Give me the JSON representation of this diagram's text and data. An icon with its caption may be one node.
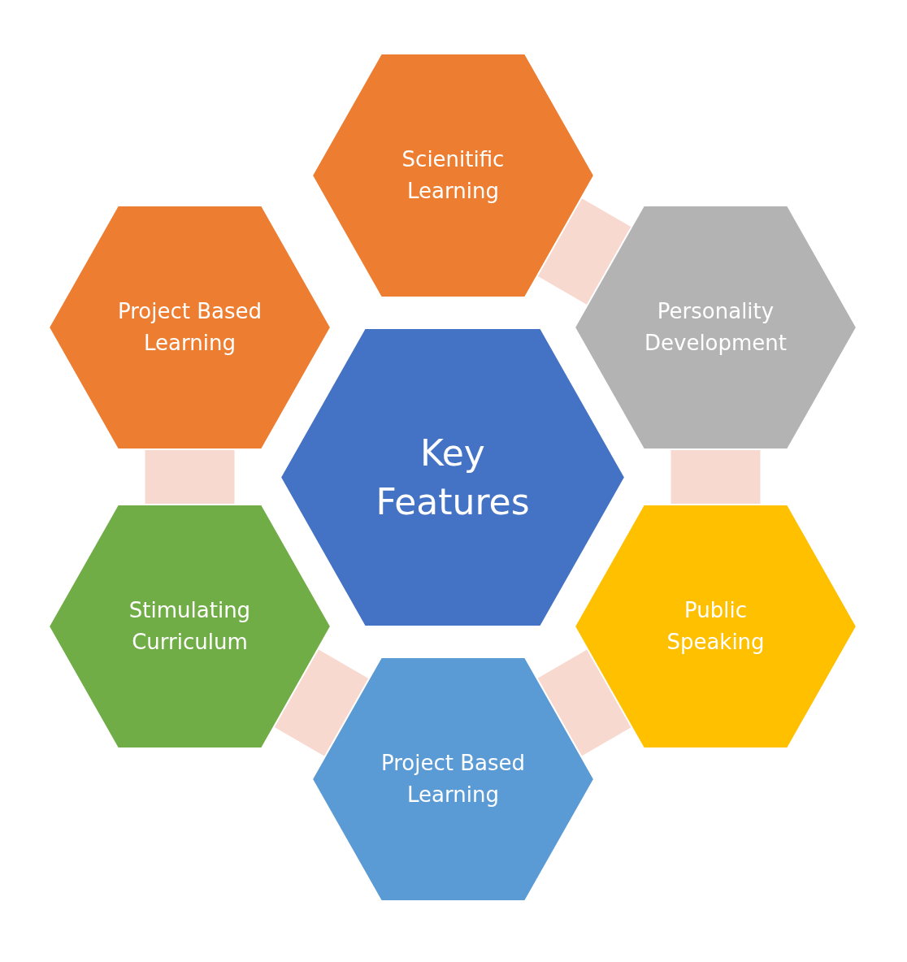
{
  "diagram": {
    "nodes": [
      {
        "text": [
          "Key Features"
        ]
      },
      {
        "text": [
          "Scienitific Learning"
        ]
      },
      {
        "text": [
          "Personality Development"
        ]
      },
      {
        "text": [
          "Public Speaking"
        ]
      },
      {
        "text": [
          "Project Based Learning"
        ]
      },
      {
        "text": [
          "Stimulating Curriculum"
        ]
      },
      {
        "text": [
          "Project Based Learning"
        ]
      }
    ],
    "edges": [
      {
        "from": 1,
        "to": 2,
        "arrow": "none"
      },
      {
        "from": 2,
        "to": 3,
        "arrow": "none"
      },
      {
        "from": 3,
        "to": 4,
        "arrow": "none"
      },
      {
        "from": 4,
        "to": 5,
        "arrow": "none"
      },
      {
        "from": 5,
        "to": 6,
        "arrow": "none"
      }
    ]
  }
}
